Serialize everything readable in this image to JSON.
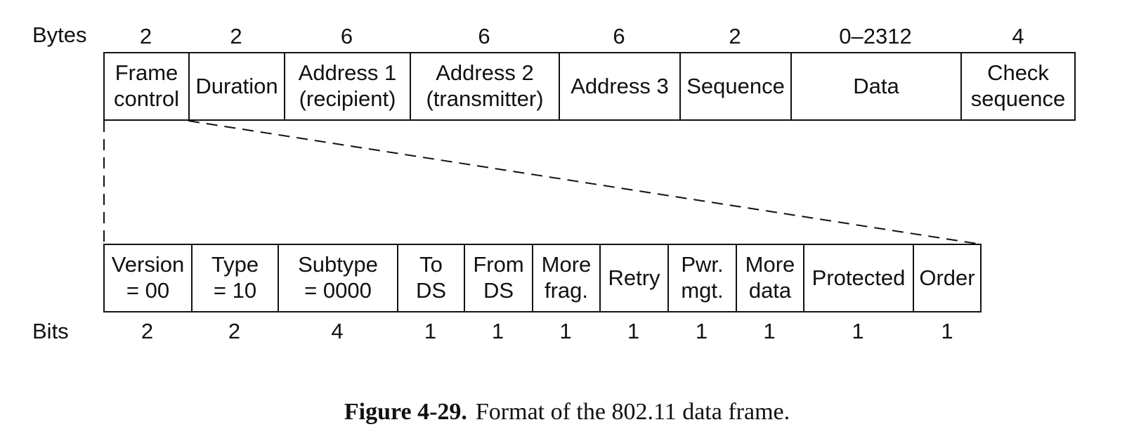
{
  "diagram": {
    "bytes_label": "Bytes",
    "bits_label": "Bits",
    "frame_fields": [
      {
        "lines": [
          "Frame",
          "control"
        ],
        "size": "2"
      },
      {
        "lines": [
          "Duration"
        ],
        "size": "2"
      },
      {
        "lines": [
          "Address 1",
          "(recipient)"
        ],
        "size": "6"
      },
      {
        "lines": [
          "Address 2",
          "(transmitter)"
        ],
        "size": "6"
      },
      {
        "lines": [
          "Address 3"
        ],
        "size": "6"
      },
      {
        "lines": [
          "Sequence"
        ],
        "size": "2"
      },
      {
        "lines": [
          "Data"
        ],
        "size": "0–2312"
      },
      {
        "lines": [
          "Check",
          "sequence"
        ],
        "size": "4"
      }
    ],
    "control_fields": [
      {
        "lines": [
          "Version",
          "= 00"
        ],
        "size": "2"
      },
      {
        "lines": [
          "Type",
          "= 10"
        ],
        "size": "2"
      },
      {
        "lines": [
          "Subtype",
          "= 0000"
        ],
        "size": "4"
      },
      {
        "lines": [
          "To",
          "DS"
        ],
        "size": "1"
      },
      {
        "lines": [
          "From",
          "DS"
        ],
        "size": "1"
      },
      {
        "lines": [
          "More",
          "frag."
        ],
        "size": "1"
      },
      {
        "lines": [
          "Retry"
        ],
        "size": "1"
      },
      {
        "lines": [
          "Pwr.",
          "mgt."
        ],
        "size": "1"
      },
      {
        "lines": [
          "More",
          "data"
        ],
        "size": "1"
      },
      {
        "lines": [
          "Protected"
        ],
        "size": "1"
      },
      {
        "lines": [
          "Order"
        ],
        "size": "1"
      }
    ]
  },
  "caption": {
    "label": "Figure 4-29.",
    "text": "Format of the 802.11 data frame."
  }
}
